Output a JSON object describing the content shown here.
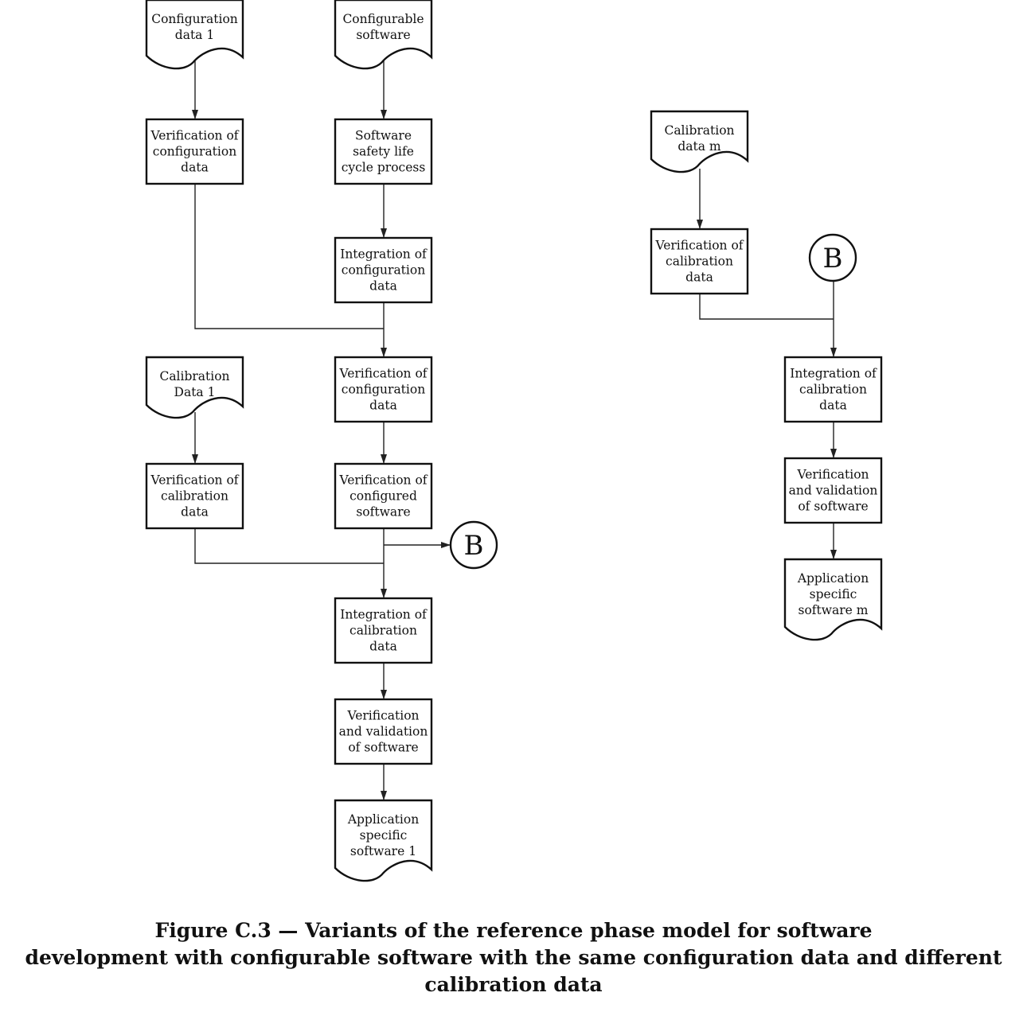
{
  "diagram": {
    "nodes": [
      {
        "id": "config-data-1",
        "shape": "document",
        "lines": [
          "Configuration",
          "data 1"
        ]
      },
      {
        "id": "configurable-software",
        "shape": "document",
        "lines": [
          "Configurable",
          "software"
        ]
      },
      {
        "id": "verif-config-data-top",
        "shape": "process",
        "lines": [
          "Verification of",
          "configuration",
          "data"
        ]
      },
      {
        "id": "sw-safety-lifecycle",
        "shape": "process",
        "lines": [
          "Software",
          "safety life",
          "cycle process"
        ]
      },
      {
        "id": "integration-config-data",
        "shape": "process",
        "lines": [
          "Integration of",
          "configuration",
          "data"
        ]
      },
      {
        "id": "calibration-data-1",
        "shape": "document",
        "lines": [
          "Calibration",
          "Data 1"
        ]
      },
      {
        "id": "verif-config-data-mid",
        "shape": "process",
        "lines": [
          "Verification of",
          "configuration",
          "data"
        ]
      },
      {
        "id": "verif-calib-data-left",
        "shape": "process",
        "lines": [
          "Verification of",
          "calibration",
          "data"
        ]
      },
      {
        "id": "verif-configured-sw",
        "shape": "process",
        "lines": [
          "Verification of",
          "configured",
          "software"
        ]
      },
      {
        "id": "connector-b-out",
        "shape": "connector",
        "lines": [
          "B"
        ]
      },
      {
        "id": "integration-calib-left",
        "shape": "process",
        "lines": [
          "Integration of",
          "calibration",
          "data"
        ]
      },
      {
        "id": "vv-software-left",
        "shape": "process",
        "lines": [
          "Verification",
          "and validation",
          "of software"
        ]
      },
      {
        "id": "app-sw-1",
        "shape": "document",
        "lines": [
          "Application",
          "specific",
          "software 1"
        ]
      },
      {
        "id": "calibration-data-m",
        "shape": "document",
        "lines": [
          "Calibration",
          "data m"
        ]
      },
      {
        "id": "verif-calib-data-m",
        "shape": "process",
        "lines": [
          "Verification of",
          "calibration",
          "data"
        ]
      },
      {
        "id": "connector-b-in",
        "shape": "connector",
        "lines": [
          "B"
        ]
      },
      {
        "id": "integration-calib-right",
        "shape": "process",
        "lines": [
          "Integration of",
          "calibration",
          "data"
        ]
      },
      {
        "id": "vv-software-right",
        "shape": "process",
        "lines": [
          "Verification",
          "and validation",
          "of software"
        ]
      },
      {
        "id": "app-sw-m",
        "shape": "document",
        "lines": [
          "Application",
          "specific",
          "software m"
        ]
      }
    ],
    "edges": [
      {
        "from": "config-data-1",
        "to": "verif-config-data-top"
      },
      {
        "from": "configurable-software",
        "to": "sw-safety-lifecycle"
      },
      {
        "from": "sw-safety-lifecycle",
        "to": "integration-config-data"
      },
      {
        "from": "verif-config-data-top",
        "to": "verif-config-data-mid"
      },
      {
        "from": "integration-config-data",
        "to": "verif-config-data-mid"
      },
      {
        "from": "calibration-data-1",
        "to": "verif-calib-data-left"
      },
      {
        "from": "verif-config-data-mid",
        "to": "verif-configured-sw"
      },
      {
        "from": "verif-configured-sw",
        "to": "connector-b-out"
      },
      {
        "from": "verif-configured-sw",
        "to": "integration-calib-left"
      },
      {
        "from": "verif-calib-data-left",
        "to": "integration-calib-left"
      },
      {
        "from": "integration-calib-left",
        "to": "vv-software-left"
      },
      {
        "from": "vv-software-left",
        "to": "app-sw-1"
      },
      {
        "from": "calibration-data-m",
        "to": "verif-calib-data-m"
      },
      {
        "from": "verif-calib-data-m",
        "to": "integration-calib-right"
      },
      {
        "from": "connector-b-in",
        "to": "integration-calib-right"
      },
      {
        "from": "integration-calib-right",
        "to": "vv-software-right"
      },
      {
        "from": "vv-software-right",
        "to": "app-sw-m"
      }
    ]
  },
  "caption": {
    "line1": "Figure C.3 — Variants of the reference phase model for software",
    "line2": "development with configurable software with the same configuration data and different",
    "line3": "calibration data"
  }
}
